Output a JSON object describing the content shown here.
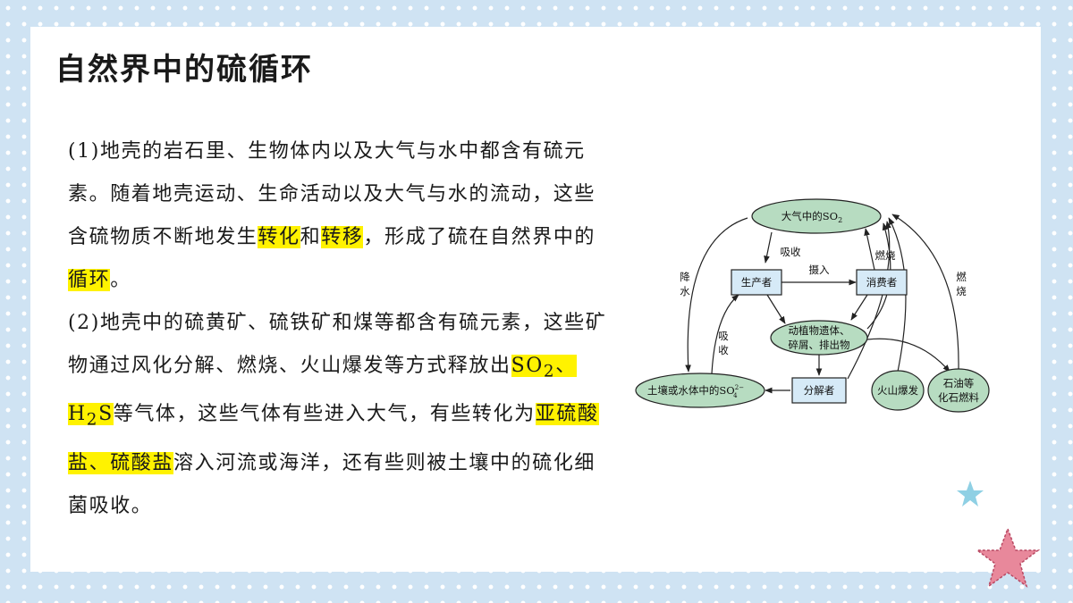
{
  "page": {
    "title": "自然界中的硫循环"
  },
  "paragraphs": {
    "p1": {
      "a": "(1)地壳的岩石里、生物体内以及大气与水中都含有硫元素。随着地壳运动、生命活动以及大气与水的流动，这些含硫物质不断地发生",
      "hl1": "转化",
      "b": "和",
      "hl2": "转移",
      "c": "，形成了硫在自然界中的",
      "hl3": "循环",
      "d": "。"
    },
    "p2": {
      "a": "(2)地壳中的硫黄矿、硫铁矿和煤等都含有硫元素，这些矿物通过风化分解、燃烧、火山爆发等方式释放出",
      "hl_gas_so": "SO",
      "hl_gas_so_sub": "2",
      "hl_gas_sep": "、",
      "hl_gas_h": "H",
      "hl_gas_h_sub": "2",
      "hl_gas_s": "S",
      "b": "等气体，这些气体有些进入大气，有些转化为",
      "hl_salts": "亚硫酸盐、硫酸盐",
      "c": "溶入河流或海洋，还有些则被土壤中的硫化细菌吸收。"
    }
  },
  "diagram": {
    "nodes": {
      "atmosphere": {
        "label": "大气中的SO",
        "sub": "2"
      },
      "producer": {
        "label": "生产者"
      },
      "consumer": {
        "label": "消费者"
      },
      "remains": {
        "line1": "动植物遗体、",
        "line2": "碎屑、排出物"
      },
      "soil": {
        "label": "土壤或水体中的SO",
        "sup": "2−",
        "sub": "4"
      },
      "decomposer": {
        "label": "分解者"
      },
      "volcano": {
        "label": "火山爆发"
      },
      "fossil": {
        "line1": "石油等",
        "line2": "化石燃料"
      }
    },
    "edges": {
      "absorb_top": "吸收",
      "ingest": "摄入",
      "burn_top": "燃烧",
      "rain_1": "降",
      "rain_2": "水",
      "absorb_left_1": "吸",
      "absorb_left_2": "收",
      "burn_right_1": "燃",
      "burn_right_2": "烧"
    }
  },
  "colors": {
    "background": "#cfe3f3",
    "highlight": "#fff200",
    "ellipse_fill": "#b7dcc1",
    "box_fill": "#d6eaf7",
    "star_pink": "#e8889b",
    "star_blue": "#8fd0e4"
  }
}
